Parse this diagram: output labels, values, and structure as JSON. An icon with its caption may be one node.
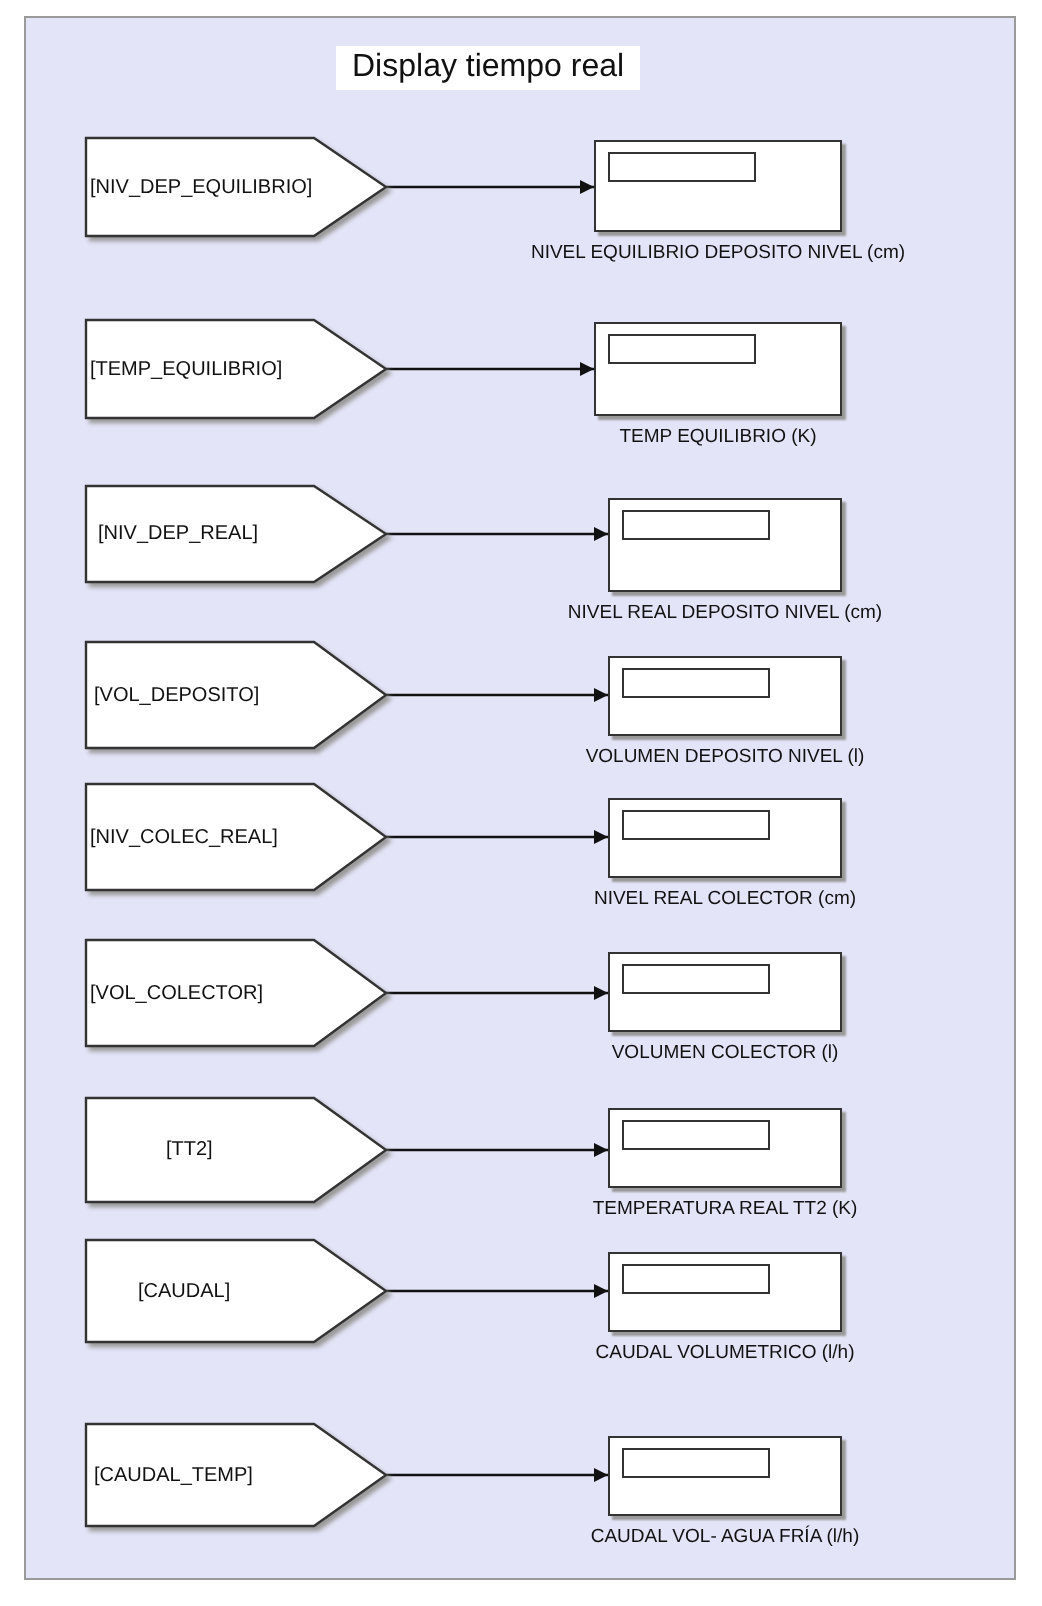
{
  "diagram": {
    "nodes": [
      {
        "text": [
          "Display tiempo real"
        ]
      },
      {
        "text": [
          "[NIV_DEP_EQUILIBRIO]"
        ],
        "in": 0
      },
      {
        "text": [],
        "shape": "box",
        "beside": [
          "NIVEL EQUILIBRIO DEPOSITO NIVEL (cm)"
        ],
        "in": 0
      },
      {
        "text": [
          "[TEMP_EQUILIBRIO]"
        ],
        "in": 0
      },
      {
        "text": [],
        "shape": "box",
        "beside": [
          "TEMP EQUILIBRIO (K)"
        ],
        "in": 0
      },
      {
        "text": [
          "[NIV_DEP_REAL]"
        ],
        "in": 0
      },
      {
        "text": [],
        "shape": "box",
        "beside": [
          "NIVEL REAL DEPOSITO NIVEL (cm)"
        ],
        "in": 0
      },
      {
        "text": [
          "[VOL_DEPOSITO]"
        ],
        "in": 0
      },
      {
        "text": [],
        "shape": "box",
        "beside": [
          "VOLUMEN DEPOSITO NIVEL (l)"
        ],
        "in": 0
      },
      {
        "text": [
          "[NIV_COLEC_REAL]"
        ],
        "in": 0
      },
      {
        "text": [],
        "shape": "box",
        "beside": [
          "NIVEL REAL COLECTOR (cm)"
        ],
        "in": 0
      },
      {
        "text": [
          "[VOL_COLECTOR]"
        ],
        "in": 0
      },
      {
        "text": [],
        "shape": "box",
        "beside": [
          "VOLUMEN COLECTOR (l)"
        ],
        "in": 0
      },
      {
        "text": [
          "[TT2]"
        ],
        "in": 0
      },
      {
        "text": [],
        "shape": "box",
        "beside": [
          "TEMPERATURA  REAL TT2 (K)"
        ],
        "in": 0
      },
      {
        "text": [
          "[CAUDAL]"
        ],
        "in": 0
      },
      {
        "text": [],
        "shape": "box",
        "beside": [
          "CAUDAL VOLUMETRICO (l/h)"
        ],
        "in": 0
      },
      {
        "text": [
          "[CAUDAL_TEMP]"
        ],
        "in": 0
      },
      {
        "text": [],
        "shape": "box",
        "beside": [
          "CAUDAL VOL- AGUA FRÍA (l/h)"
        ],
        "in": 0
      }
    ],
    "edges": [
      {
        "from": 1,
        "to": 2,
        "arrow": "to"
      },
      {
        "from": 3,
        "to": 4,
        "arrow": "to"
      },
      {
        "from": 5,
        "to": 6,
        "arrow": "to"
      },
      {
        "from": 7,
        "to": 8,
        "arrow": "to"
      },
      {
        "from": 9,
        "to": 10,
        "arrow": "to"
      },
      {
        "from": 11,
        "to": 12,
        "arrow": "to"
      },
      {
        "from": 13,
        "to": 14,
        "arrow": "to"
      },
      {
        "from": 15,
        "to": 16,
        "arrow": "to"
      },
      {
        "from": 17,
        "to": 18,
        "arrow": "to"
      }
    ]
  }
}
